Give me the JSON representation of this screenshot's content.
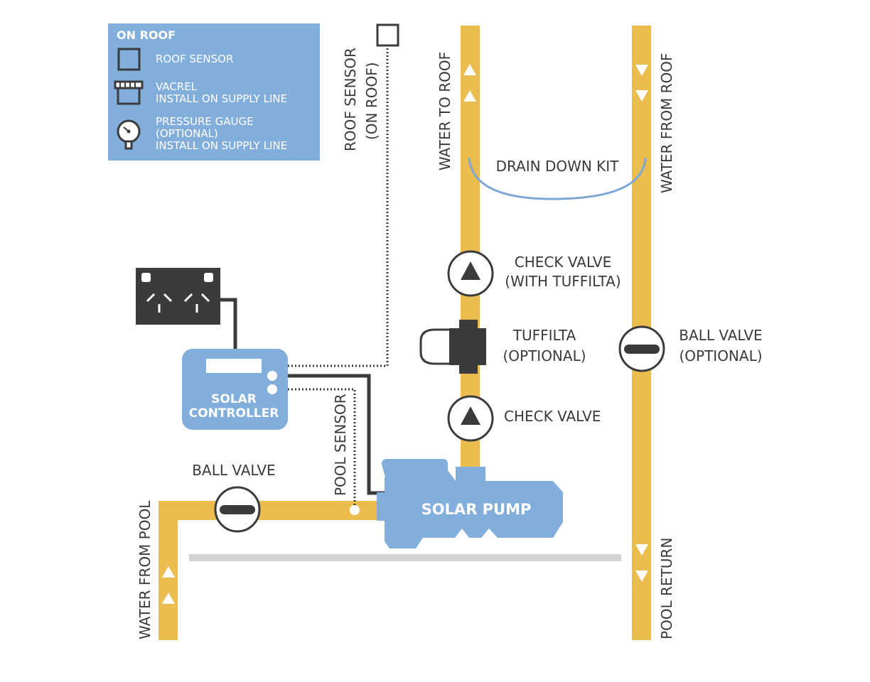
{
  "colors": {
    "pipe": "#eabd4e",
    "component_blue": "#82aedb",
    "dark": "#3b3b3d",
    "drain_line": "#7ea7d5",
    "ground": "#d3d3d3",
    "text": "#3a3a3a"
  },
  "legend": {
    "title": "ON ROOF",
    "items": [
      {
        "icon": "roof-sensor-icon",
        "lines": [
          "ROOF SENSOR"
        ]
      },
      {
        "icon": "vacrel-icon",
        "lines": [
          "VACREL",
          "INSTALL ON SUPPLY LINE"
        ]
      },
      {
        "icon": "pressure-gauge-icon",
        "lines": [
          "PRESSURE GAUGE",
          "(OPTIONAL)",
          "INSTALL ON SUPPLY LINE"
        ]
      }
    ]
  },
  "labels": {
    "roof_sensor_line1": "ROOF SENSOR",
    "roof_sensor_line2": "(ON ROOF)",
    "water_to_roof": "WATER TO ROOF",
    "water_from_roof": "WATER FROM ROOF",
    "drain_down_kit": "DRAIN DOWN KIT",
    "check_valve_tuffilta_line1": "CHECK VALVE",
    "check_valve_tuffilta_line2": "(WITH TUFFILTA)",
    "tuffilta_line1": "TUFFILTA",
    "tuffilta_line2": "(OPTIONAL)",
    "ball_valve_optional_line1": "BALL VALVE",
    "ball_valve_optional_line2": "(OPTIONAL)",
    "check_valve": "CHECK VALVE",
    "solar_controller_line1": "SOLAR",
    "solar_controller_line2": "CONTROLLER",
    "pool_sensor": "POOL SENSOR",
    "ball_valve": "BALL VALVE",
    "solar_pump": "SOLAR PUMP",
    "water_from_pool": "WATER FROM POOL",
    "pool_return": "POOL RETURN"
  }
}
